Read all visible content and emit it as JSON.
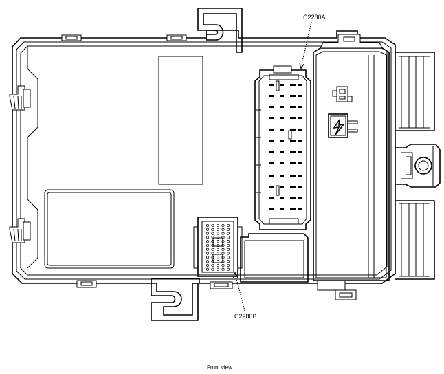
{
  "diagram": {
    "labels": {
      "connector_a": "C2280A",
      "connector_b": "C2280B",
      "caption": "Front view"
    },
    "colors": {
      "line": "#000000",
      "background": "#ffffff"
    },
    "icons": {
      "fuse_symbol": "lightning-bolt-icon"
    }
  }
}
